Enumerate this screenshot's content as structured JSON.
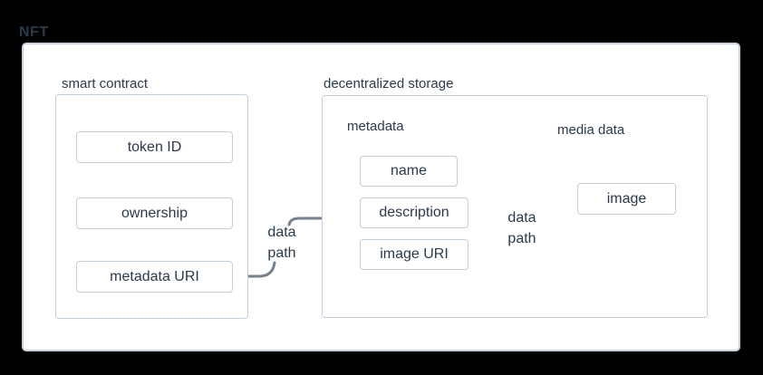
{
  "diagram": {
    "title": "NFT",
    "smart_contract": {
      "label": "smart contract",
      "items": [
        "token ID",
        "ownership",
        "metadata URI"
      ]
    },
    "decentralized_storage": {
      "label": "decentralized storage",
      "metadata": {
        "label": "metadata",
        "items": [
          "name",
          "description",
          "image URI"
        ]
      },
      "media_data": {
        "label": "media data",
        "items": [
          "image"
        ]
      }
    },
    "connections": [
      {
        "from": "metadata URI",
        "to": "description",
        "label": "data path"
      },
      {
        "from": "image URI",
        "to": "image",
        "label": "data path"
      }
    ],
    "colors": {
      "background": "#000000",
      "canvas": "#ffffff",
      "text": "#2b3a4a",
      "solid_border": "#c3cfdb",
      "dashed_border": "#b9c6d2",
      "arrow": "#76828f"
    }
  }
}
